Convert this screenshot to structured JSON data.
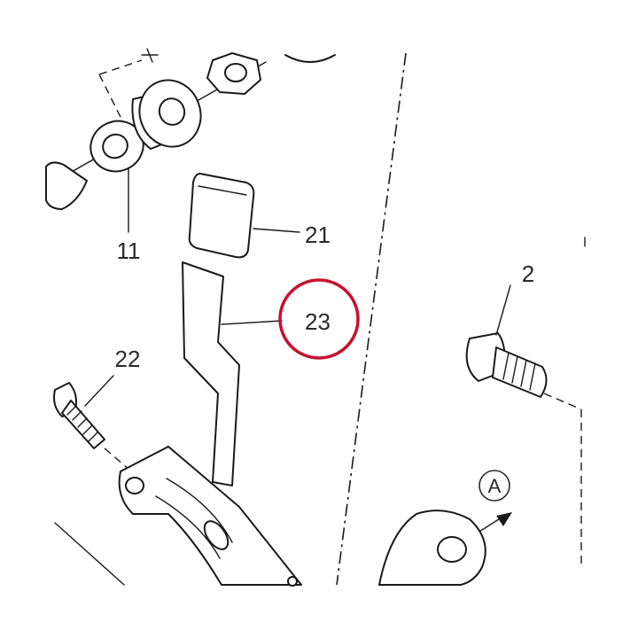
{
  "callouts": [
    {
      "id": "11",
      "text": "11"
    },
    {
      "id": "21",
      "text": "21"
    },
    {
      "id": "23",
      "text": "23"
    },
    {
      "id": "2",
      "text": "2"
    },
    {
      "id": "22",
      "text": "22"
    }
  ],
  "view_marker": {
    "text": "A"
  },
  "highlight": {
    "target": "23",
    "color": "#c8102e"
  },
  "line_color": "#1a1a1a"
}
